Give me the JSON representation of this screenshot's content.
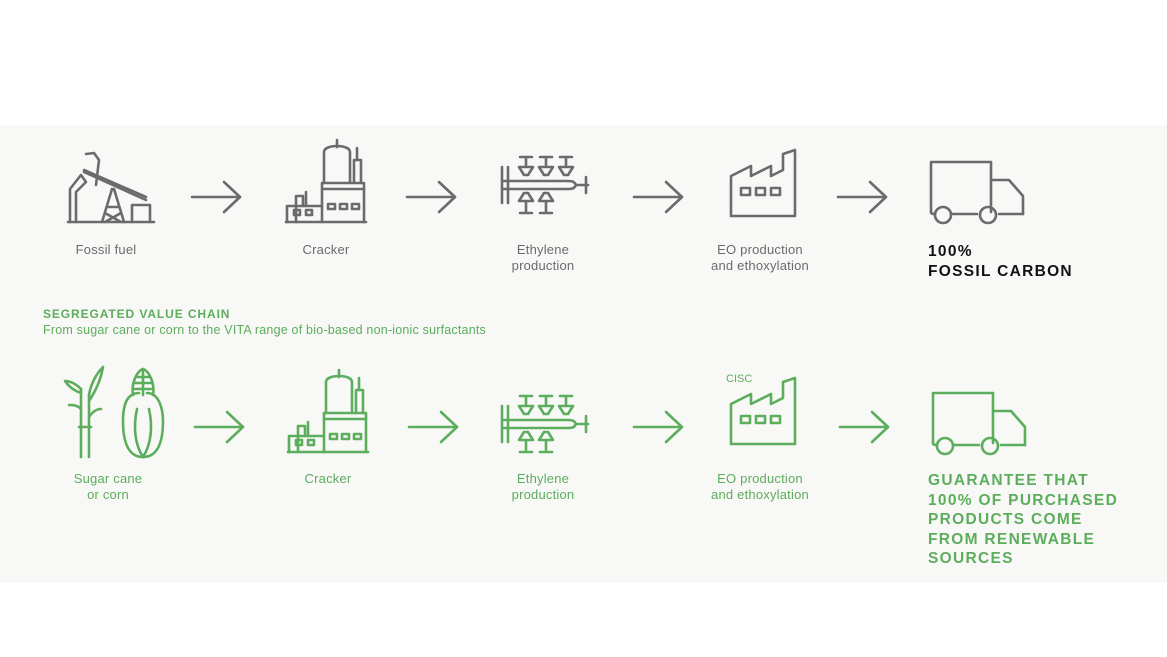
{
  "colors": {
    "grey": "#6b6b6b",
    "green": "#5cad5c",
    "panel": "#f8f8f7",
    "dark": "#111111"
  },
  "fossil_chain": {
    "steps": [
      {
        "icon": "oil-pump-icon",
        "label": "Fossil fuel"
      },
      {
        "icon": "cracker-icon",
        "label": "Cracker"
      },
      {
        "icon": "ethylene-icon",
        "label": "Ethylene\nproduction"
      },
      {
        "icon": "factory-icon",
        "label": "EO production\nand ethoxylation"
      },
      {
        "icon": "truck-icon",
        "label": ""
      }
    ],
    "result": "100%\nFOSSIL CARBON"
  },
  "segregated_chain": {
    "title": "SEGREGATED VALUE CHAIN",
    "subtitle": "From sugar cane or corn to the VITA range of bio-based non-ionic surfactants",
    "steps": [
      {
        "icon": "sugar-cane-corn-icon",
        "label": "Sugar cane\nor corn"
      },
      {
        "icon": "cracker-icon",
        "label": "Cracker"
      },
      {
        "icon": "ethylene-icon",
        "label": "Ethylene\nproduction"
      },
      {
        "icon": "factory-icon",
        "label": "EO production\nand ethoxylation",
        "tag": "CISC"
      },
      {
        "icon": "truck-icon",
        "label": ""
      }
    ],
    "result": "GUARANTEE THAT\n100% OF PURCHASED\nPRODUCTS COME\nFROM RENEWABLE\nSOURCES"
  }
}
